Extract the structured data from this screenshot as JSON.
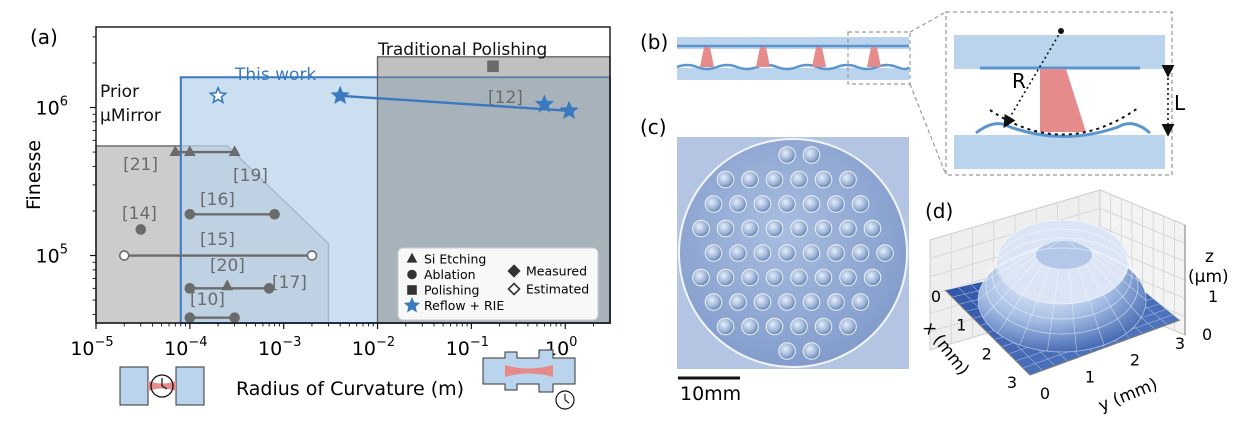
{
  "panel_labels": {
    "a": "(a)",
    "b": "(b)",
    "c": "(c)",
    "d": "(d)"
  },
  "chart_data": {
    "type": "scatter",
    "x_scale": "log",
    "y_scale": "log",
    "xlabel": "Radius of Curvature (m)",
    "ylabel": "Finesse",
    "xlim": [
      1e-05,
      3
    ],
    "ylim": [
      35000,
      3500000
    ],
    "x_ticks": [
      {
        "value": 1e-05,
        "base": "10",
        "exp": "−5"
      },
      {
        "value": 0.0001,
        "base": "10",
        "exp": "−4"
      },
      {
        "value": 0.001,
        "base": "10",
        "exp": "−3"
      },
      {
        "value": 0.01,
        "base": "10",
        "exp": "−2"
      },
      {
        "value": 0.1,
        "base": "10",
        "exp": "−1"
      },
      {
        "value": 1,
        "base": "10",
        "exp": "0"
      }
    ],
    "y_ticks": [
      {
        "value": 100000.0,
        "base": "10",
        "exp": "5"
      },
      {
        "value": 1000000.0,
        "base": "10",
        "exp": "6"
      }
    ],
    "regions": [
      {
        "name": "Prior μMirror",
        "label_lines": [
          "Prior",
          "μMirror"
        ],
        "color": "#c6c6c6",
        "polygon": [
          [
            1e-05,
            35000
          ],
          [
            1e-05,
            550000
          ],
          [
            0.00025,
            550000
          ],
          [
            0.003,
            120000
          ],
          [
            0.003,
            35000
          ]
        ]
      },
      {
        "name": "This work",
        "label_lines": [
          "This work"
        ],
        "color": "#b9d4ec",
        "edge": "#3a78c0",
        "polygon": [
          [
            8e-05,
            35000
          ],
          [
            8e-05,
            1600000
          ],
          [
            3,
            1600000
          ],
          [
            3,
            35000
          ]
        ]
      },
      {
        "name": "Traditional Polishing",
        "label_lines": [
          "Traditional Polishing"
        ],
        "color": "#8d8d8d",
        "polygon": [
          [
            0.01,
            35000
          ],
          [
            0.01,
            2200000
          ],
          [
            3,
            2200000
          ],
          [
            3,
            35000
          ]
        ]
      }
    ],
    "series": [
      {
        "name": "[21]",
        "method": "Si Etching",
        "marker": "triangle",
        "filled": true,
        "x": [
          7e-05,
          0.0001,
          0.0003
        ],
        "y": [
          500000,
          500000,
          500000
        ]
      },
      {
        "name": "[19]",
        "method": "Si Etching",
        "marker": "triangle",
        "filled": true,
        "x": [],
        "y": []
      },
      {
        "name": "[16]",
        "method": "Ablation",
        "marker": "circle",
        "filled": true,
        "x": [
          0.0001,
          0.0008
        ],
        "y": [
          190000,
          190000
        ]
      },
      {
        "name": "[14]",
        "method": "Ablation",
        "marker": "circle",
        "filled": true,
        "x": [
          3e-05
        ],
        "y": [
          150000
        ]
      },
      {
        "name": "[15]",
        "method": "Ablation",
        "marker": "circle",
        "filled": false,
        "x": [
          2e-05,
          0.002
        ],
        "y": [
          100000,
          100000
        ]
      },
      {
        "name": "[20]",
        "method": "Si Etching",
        "marker": "triangle",
        "filled": true,
        "x": [
          0.00025
        ],
        "y": [
          62000
        ]
      },
      {
        "name": "[17]",
        "method": "Ablation",
        "marker": "circle",
        "filled": true,
        "x": [
          0.0001,
          0.0007
        ],
        "y": [
          60000,
          60000
        ]
      },
      {
        "name": "[10]",
        "method": "Ablation",
        "marker": "circle",
        "filled": true,
        "x": [
          0.0001,
          0.0003
        ],
        "y": [
          38000,
          38000
        ]
      },
      {
        "name": "[12]",
        "method": "Polishing",
        "marker": "square",
        "filled": true,
        "x": [
          0.17
        ],
        "y": [
          1900000
        ]
      },
      {
        "name": "",
        "method": "Reflow + RIE",
        "marker": "star",
        "filled": false,
        "x": [
          0.0002
        ],
        "y": [
          1200000
        ]
      },
      {
        "name": "",
        "method": "Reflow + RIE",
        "marker": "star",
        "filled": true,
        "x": [
          0.004,
          0.6,
          1.1
        ],
        "y": [
          1200000,
          1050000,
          950000
        ]
      }
    ],
    "legend": {
      "placement": "lower-right",
      "methods": [
        {
          "label": "Si Etching",
          "marker": "triangle"
        },
        {
          "label": "Ablation",
          "marker": "circle"
        },
        {
          "label": "Polishing",
          "marker": "square"
        },
        {
          "label": "Reflow + RIE",
          "marker": "star"
        }
      ],
      "types": [
        {
          "label": "Measured",
          "filled": true
        },
        {
          "label": "Estimated",
          "filled": false
        }
      ]
    },
    "colors": {
      "gray_marker": "#6b6b6b",
      "blue_marker": "#3a78c0"
    }
  },
  "schematic": {
    "radius_label": "R",
    "length_label": "L",
    "scale_bar": "10mm"
  },
  "surface_plot": {
    "x_axis_label": "x (mm)",
    "y_axis_label": "y (mm)",
    "z_axis_label_1": "z",
    "z_axis_label_2": "(μm)",
    "x_ticks": [
      "0",
      "1",
      "2",
      "3"
    ],
    "y_ticks": [
      "0",
      "1",
      "2",
      "3"
    ],
    "z_ticks": [
      "0",
      "1"
    ]
  }
}
